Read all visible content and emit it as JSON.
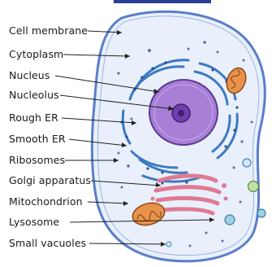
{
  "labels": {
    "cell_membrane": "Cell membrane",
    "cytoplasm": "Cytoplasm",
    "nucleus": "Nucleus",
    "nucleolus": "Nucleolus",
    "rough_er": "Rough ER",
    "smooth_er": "Smooth ER",
    "ribosomes": "Ribosomes",
    "golgi_apparatus": "Golgi apparatus",
    "mitochondrion": "Mitochondrion",
    "lysosome": "Lysosome",
    "small_vacuoles": "Small vacuoles"
  },
  "colors": {
    "membrane": "#5b7ec9",
    "cytoplasm": "#e9f0fb",
    "nucleus": "#a77fd6",
    "nucleolus": "#6f3fb0",
    "er": "#3d79c2",
    "golgi": "#e07a93",
    "mitochondrion": "#e9924a",
    "lysosome": "#5fa7c9",
    "vacuole": "#bfe0a8"
  }
}
